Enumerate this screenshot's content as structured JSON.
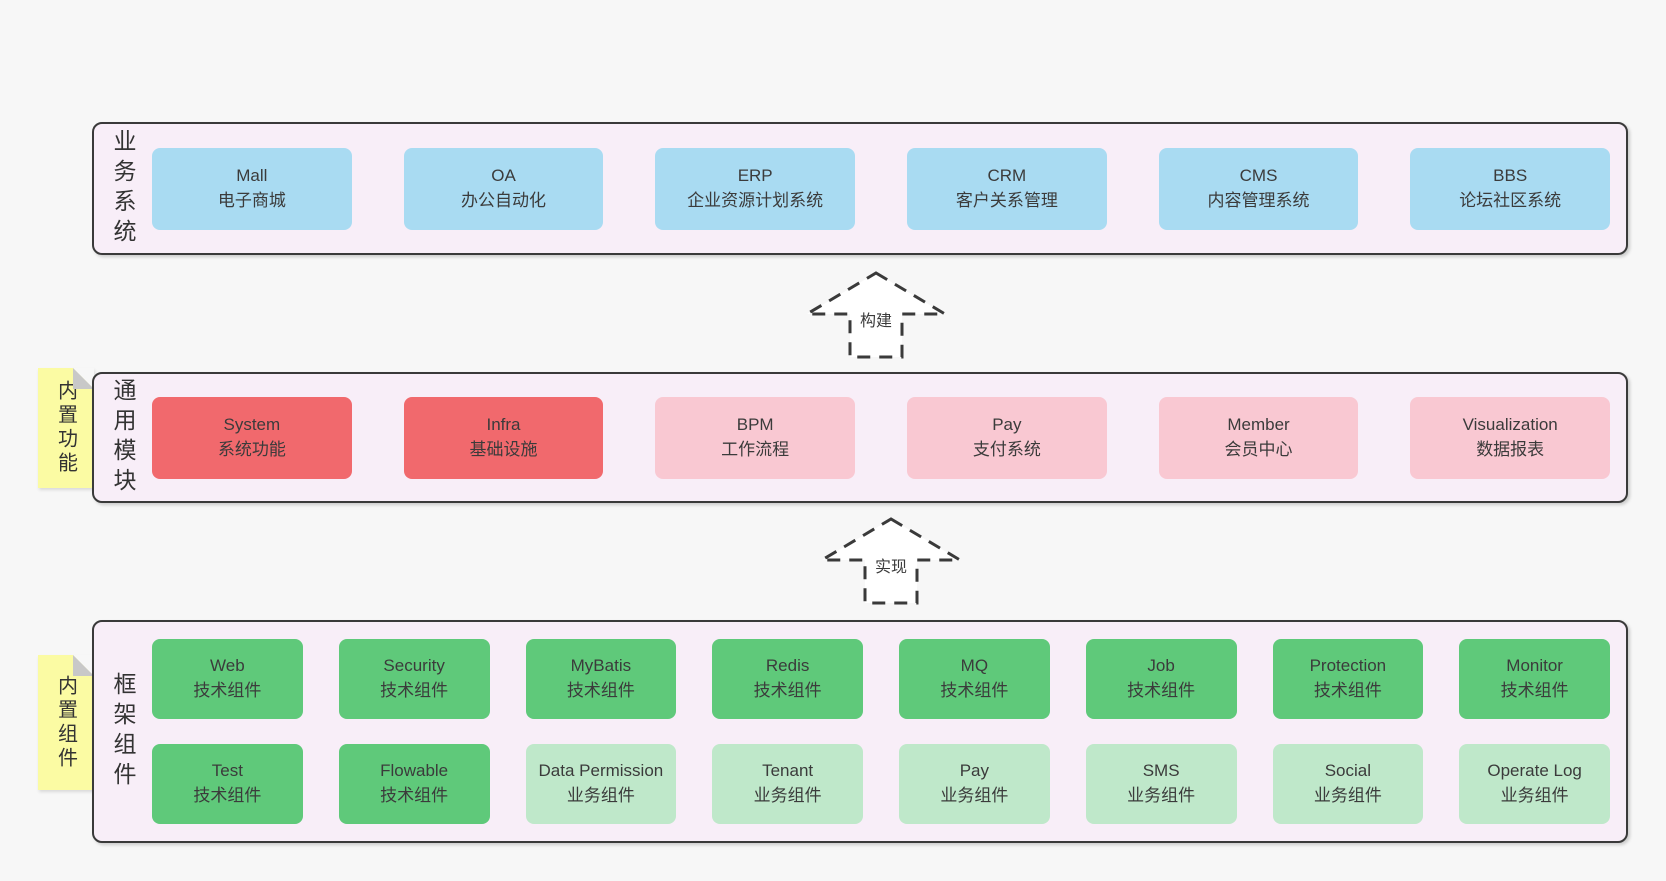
{
  "diagram": {
    "bands": [
      {
        "id": "business-systems",
        "label": "业务系统",
        "items": [
          {
            "name": "Mall",
            "desc": "电子商城"
          },
          {
            "name": "OA",
            "desc": "办公自动化"
          },
          {
            "name": "ERP",
            "desc": "企业资源计划系统"
          },
          {
            "name": "CRM",
            "desc": "客户关系管理"
          },
          {
            "name": "CMS",
            "desc": "内容管理系统"
          },
          {
            "name": "BBS",
            "desc": "论坛社区系统"
          }
        ]
      },
      {
        "id": "common-modules",
        "label": "通用模块",
        "note": "内置功能",
        "items": [
          {
            "name": "System",
            "desc": "系统功能",
            "variant": "red"
          },
          {
            "name": "Infra",
            "desc": "基础设施",
            "variant": "red"
          },
          {
            "name": "BPM",
            "desc": "工作流程",
            "variant": "pink"
          },
          {
            "name": "Pay",
            "desc": "支付系统",
            "variant": "pink"
          },
          {
            "name": "Member",
            "desc": "会员中心",
            "variant": "pink"
          },
          {
            "name": "Visualization",
            "desc": "数据报表",
            "variant": "pink"
          }
        ]
      },
      {
        "id": "framework-components",
        "label": "框架组件",
        "note": "内置组件",
        "rows": [
          [
            {
              "name": "Web",
              "desc": "技术组件",
              "variant": "green"
            },
            {
              "name": "Security",
              "desc": "技术组件",
              "variant": "green"
            },
            {
              "name": "MyBatis",
              "desc": "技术组件",
              "variant": "green"
            },
            {
              "name": "Redis",
              "desc": "技术组件",
              "variant": "green"
            },
            {
              "name": "MQ",
              "desc": "技术组件",
              "variant": "green"
            },
            {
              "name": "Job",
              "desc": "技术组件",
              "variant": "green"
            },
            {
              "name": "Protection",
              "desc": "技术组件",
              "variant": "green"
            },
            {
              "name": "Monitor",
              "desc": "技术组件",
              "variant": "green"
            }
          ],
          [
            {
              "name": "Test",
              "desc": "技术组件",
              "variant": "green"
            },
            {
              "name": "Flowable",
              "desc": "技术组件",
              "variant": "green"
            },
            {
              "name": "Data Permission",
              "desc": "业务组件",
              "variant": "lightgreen"
            },
            {
              "name": "Tenant",
              "desc": "业务组件",
              "variant": "lightgreen"
            },
            {
              "name": "Pay",
              "desc": "业务组件",
              "variant": "lightgreen"
            },
            {
              "name": "SMS",
              "desc": "业务组件",
              "variant": "lightgreen"
            },
            {
              "name": "Social",
              "desc": "业务组件",
              "variant": "lightgreen"
            },
            {
              "name": "Operate Log",
              "desc": "业务组件",
              "variant": "lightgreen"
            }
          ]
        ]
      }
    ],
    "arrows": [
      {
        "label": "构建"
      },
      {
        "label": "实现"
      }
    ],
    "colors": {
      "page_background": "#f7f7f7",
      "band_fill": "#f8eef8",
      "band_border": "#3a3a3a",
      "box_blue": "#a9dbf2",
      "box_red": "#f1696d",
      "box_pink": "#f9c8d2",
      "box_green": "#5fc97a",
      "box_lightgreen": "#bfe8ca",
      "note_yellow": "#fbfba3",
      "note_fold_gray": "#c8c8c8",
      "text": "#3b3b3b"
    }
  }
}
